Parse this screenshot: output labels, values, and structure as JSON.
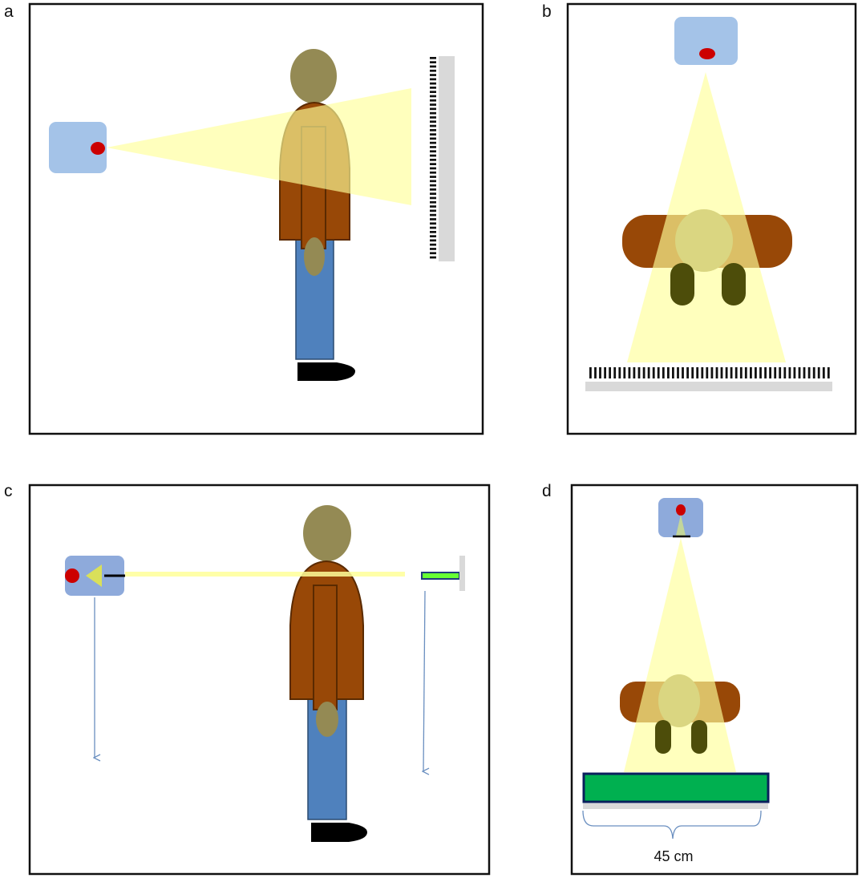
{
  "panels": {
    "a": {
      "label": "a"
    },
    "b": {
      "label": "b"
    },
    "c": {
      "label": "c"
    },
    "d": {
      "label": "d",
      "measurement": "45 cm"
    }
  },
  "colors": {
    "camera": "#a4c3e8",
    "camera_alt": "#8eaadb",
    "lens": "#cc0000",
    "beam": "#ffff99",
    "head": "#948a54",
    "jacket": "#984807",
    "jeans": "#4f81bd",
    "legs_top": "#4d4d0a",
    "detector": "#00b050",
    "ruler": "#d9d9d9",
    "arrow": "#6a8fc0"
  },
  "ruler_ticks": {
    "panel_a": 48,
    "panel_b": 50
  }
}
